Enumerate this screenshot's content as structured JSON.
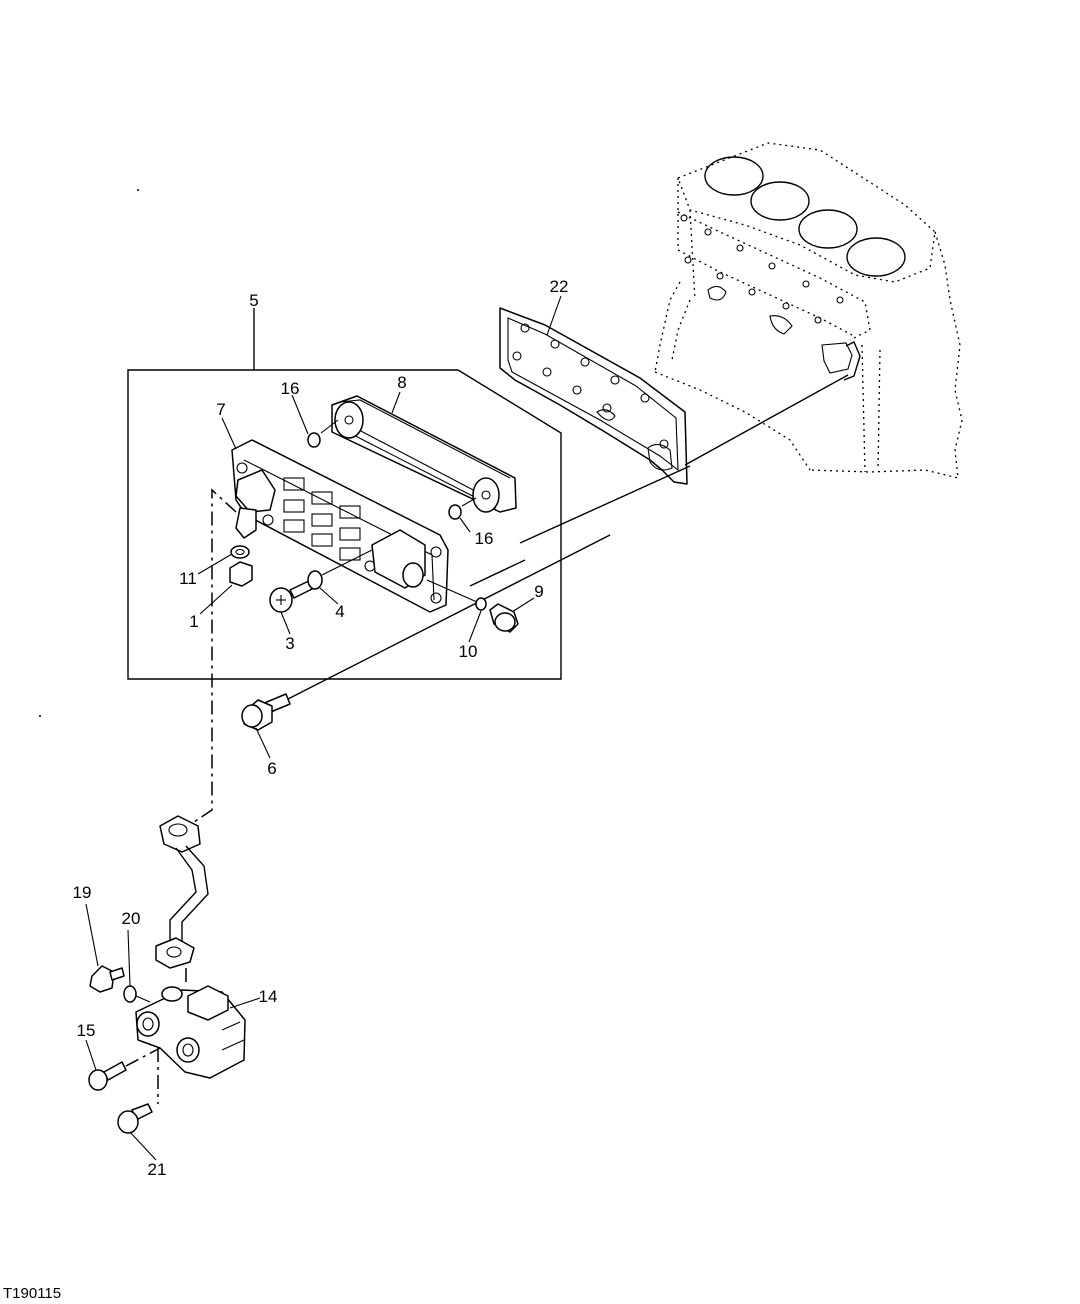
{
  "figure": {
    "id": "T190115"
  },
  "callouts": {
    "c1": "1",
    "c3": "3",
    "c4": "4",
    "c5": "5",
    "c6": "6",
    "c7": "7",
    "c8": "8",
    "c9": "9",
    "c10": "10",
    "c11": "11",
    "c14": "14",
    "c15": "15",
    "c16a": "16",
    "c16b": "16",
    "c19": "19",
    "c20": "20",
    "c21": "21",
    "c22": "22"
  }
}
